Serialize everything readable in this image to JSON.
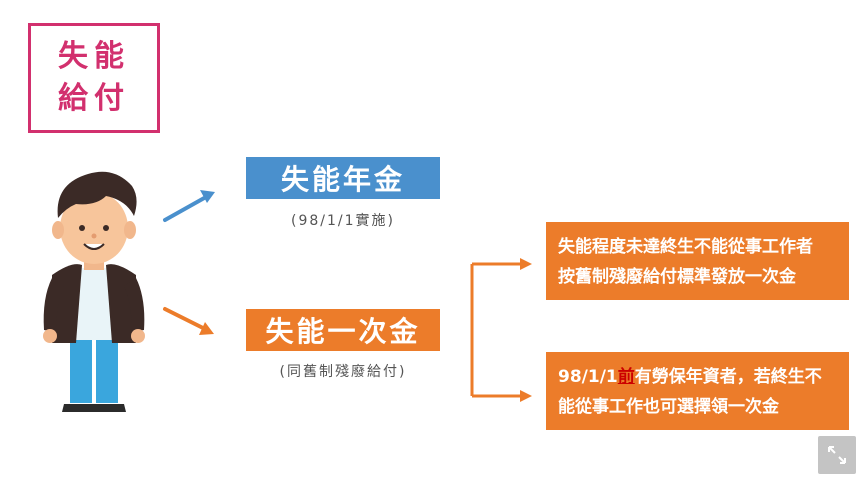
{
  "title": {
    "line1": "失能",
    "line2": "給付"
  },
  "annuity": {
    "label": "失能年金",
    "note": "(98/1/1實施)"
  },
  "lump_sum": {
    "label": "失能一次金",
    "note": "(同舊制殘廢給付)"
  },
  "info_top": {
    "line1": "失能程度未達終生不能從事工作者",
    "line2": "按舊制殘廢給付標準發放一次金"
  },
  "info_bottom": {
    "line1_prefix": "98/1/1",
    "line1_highlight": "前",
    "line1_suffix": "有勞保年資者，若終生不",
    "line2": "能從事工作也可選擇領一次金"
  },
  "colors": {
    "title_border": "#d2306e",
    "annuity": "#4a90cd",
    "lump_sum": "#ec7c2a",
    "highlight": "#cc0000"
  },
  "icons": [
    "person-illustration",
    "arrow-to-annuity",
    "arrow-to-lump-sum",
    "bracket-arrows",
    "expand-icon"
  ]
}
